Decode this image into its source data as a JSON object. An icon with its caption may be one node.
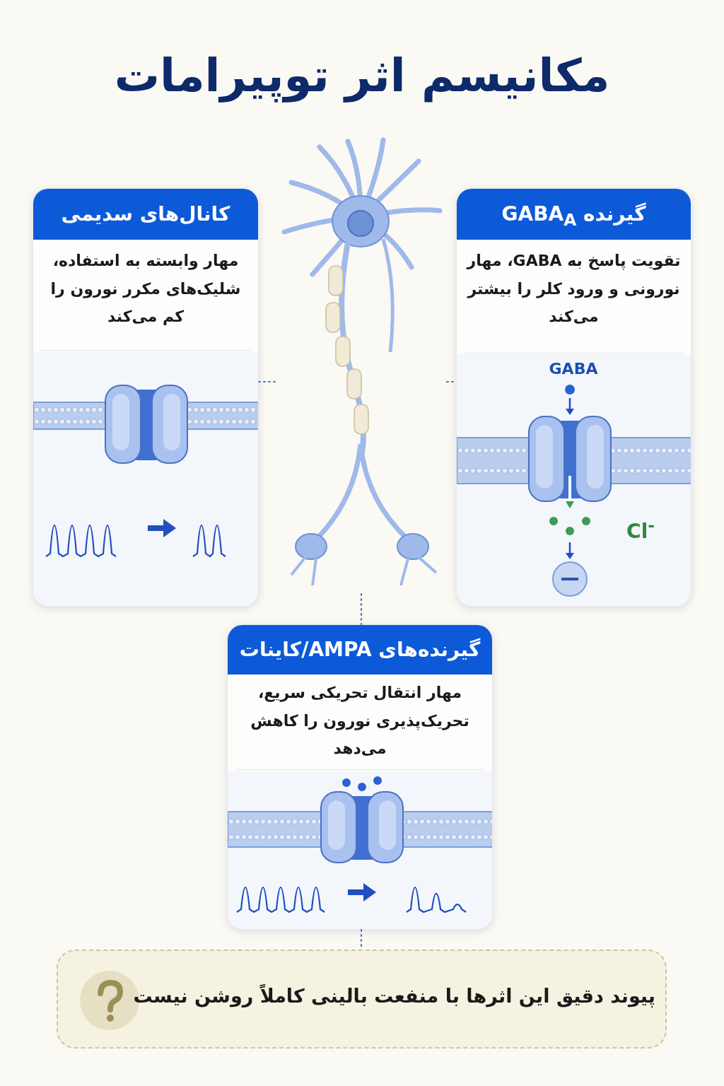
{
  "diagram": {
    "title": "مکانیسم اثر توپیرامات",
    "nodes": [
      {
        "text": [],
        "shape": "picture"
      },
      {
        "text": [
          "گیرنده GABA$_{A}$",
          "تقویت پاسخ به GABA، مهار نورونی و ورود کلر را بیشتر می‌کند"
        ]
      },
      {
        "text": [
          "کانال‌های سدیمی",
          "مهار وابسته به استفاده، شلیک‌های مکرر نورون را کم می‌کند"
        ]
      },
      {
        "text": [
          "گیرنده‌های AMPA/کاینات",
          "مهار انتقال تحریکی سریع، تحریک‌پذیری نورون را کاهش می‌دهد"
        ]
      },
      {
        "text": [
          "پیوند دقیق این اثرها با منفعت بالینی کاملاً روشن نیست"
        ]
      }
    ],
    "edges": [
      {
        "from": 0,
        "to": 1,
        "arrow": "none",
        "style": "dashed"
      },
      {
        "from": 2,
        "to": 0,
        "arrow": "none",
        "style": "dashed"
      },
      {
        "from": 0,
        "to": 3,
        "arrow": "none",
        "style": "dashed"
      },
      {
        "from": 3,
        "to": 4,
        "arrow": "none",
        "style": "dashed"
      }
    ],
    "labels": [
      "GABA",
      "Cl$^{-}$"
    ]
  }
}
